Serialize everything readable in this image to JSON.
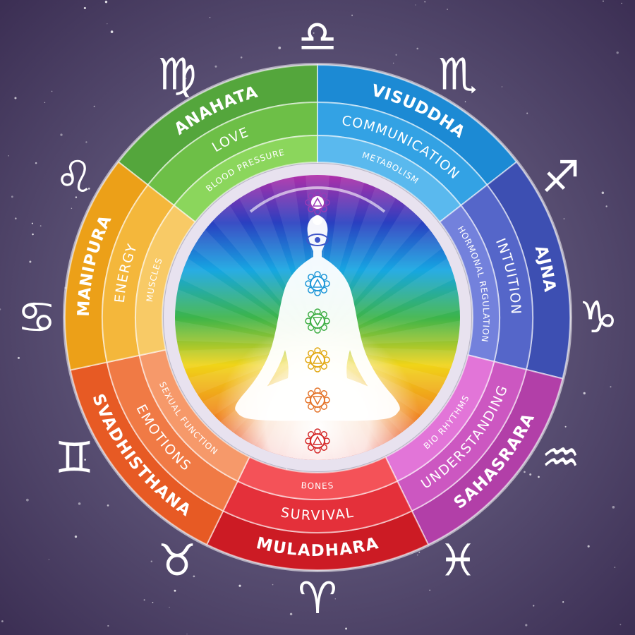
{
  "background": {
    "inner": "#7b7597",
    "outer": "#3c2f54",
    "star_color": "#ffffff"
  },
  "chakras": [
    {
      "id": "anahata",
      "name": "ANAHATA",
      "quality": "LOVE",
      "function": "BLOOD PRESSURE",
      "colors": [
        "#54a63c",
        "#6dbf47",
        "#8bd65c"
      ]
    },
    {
      "id": "visuddha",
      "name": "VISUDDHA",
      "quality": "COMMUNICATION",
      "function": "METABOLISM",
      "colors": [
        "#1c8ad4",
        "#33a2e4",
        "#5ab9ee"
      ]
    },
    {
      "id": "ajna",
      "name": "AJNA",
      "quality": "INTUITION",
      "function": "HORMONAL REGULATION",
      "colors": [
        "#3d4fb2",
        "#5566c9",
        "#7381dc"
      ]
    },
    {
      "id": "sahasrara",
      "name": "SAHASRARA",
      "quality": "UNDERSTANDING",
      "function": "BIO RHYTHMS",
      "colors": [
        "#b23fa8",
        "#cc57c1",
        "#e275d8"
      ]
    },
    {
      "id": "muladhara",
      "name": "MULADHARA",
      "quality": "SURVIVAL",
      "function": "BONES",
      "colors": [
        "#cc1b24",
        "#e4303a",
        "#f45258"
      ]
    },
    {
      "id": "svadhisthana",
      "name": "SVADHISTHANA",
      "quality": "EMOTIONS",
      "function": "SEXUAL FUNCTION",
      "colors": [
        "#e75a24",
        "#f07a45",
        "#f6996a"
      ]
    },
    {
      "id": "manipura",
      "name": "MANIPURA",
      "quality": "ENERGY",
      "function": "MUSCLES",
      "colors": [
        "#eca018",
        "#f4b73b",
        "#f8ca66"
      ]
    }
  ],
  "zodiac": [
    {
      "name": "libra-icon",
      "glyph": "♎"
    },
    {
      "name": "scorpio-icon",
      "glyph": "♏"
    },
    {
      "name": "sagittarius-icon",
      "glyph": "♐"
    },
    {
      "name": "capricorn-icon",
      "glyph": "♑"
    },
    {
      "name": "aquarius-icon",
      "glyph": "♒"
    },
    {
      "name": "pisces-icon",
      "glyph": "♓"
    },
    {
      "name": "aries-icon",
      "glyph": "♈"
    },
    {
      "name": "taurus-icon",
      "glyph": "♉"
    },
    {
      "name": "gemini-icon",
      "glyph": "♊"
    },
    {
      "name": "cancer-icon",
      "glyph": "♋"
    },
    {
      "name": "leo-icon",
      "glyph": "♌"
    },
    {
      "name": "virgo-icon",
      "glyph": "♍"
    }
  ],
  "center": {
    "rainbow": [
      "#b02ea8",
      "#2a3fc0",
      "#16a6e2",
      "#3cb44a",
      "#f0d418",
      "#f08a1c",
      "#e22a2a"
    ],
    "chakra_icon_colors": [
      "#9b3ab5",
      "#3f55c8",
      "#1c96d8",
      "#3fae45",
      "#e2a814",
      "#e4742a",
      "#d42a2a"
    ]
  }
}
